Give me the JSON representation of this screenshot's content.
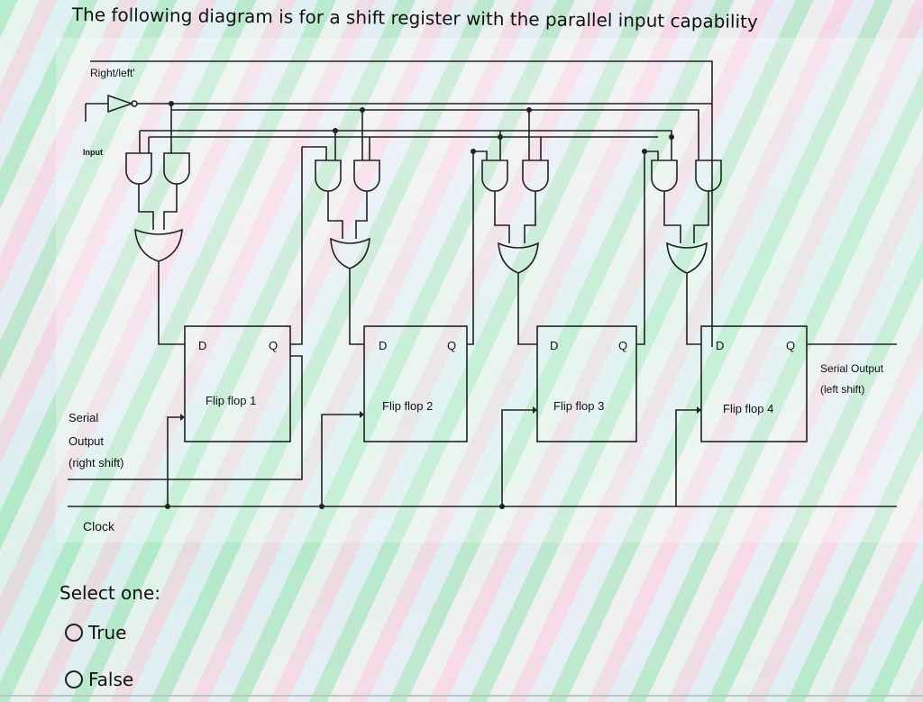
{
  "question": {
    "title": "The following diagram is for a shift register with the parallel input capability"
  },
  "diagram": {
    "right_left_label": "Right/left'",
    "input_label": "Input",
    "serial_output_right": [
      "Serial",
      "Output",
      "(right shift)"
    ],
    "serial_output_left": [
      "Serial Output",
      "(left shift)"
    ],
    "clock_label": "Clock",
    "flip_flops": [
      {
        "name": "Flip flop 1",
        "d": "D",
        "q": "Q"
      },
      {
        "name": "Flip flop 2",
        "d": "D",
        "q": "Q"
      },
      {
        "name": "Flip flop 3",
        "d": "D",
        "q": "Q"
      },
      {
        "name": "Flip flop 4",
        "d": "D",
        "q": "Q"
      }
    ]
  },
  "answer": {
    "prompt": "Select one:",
    "options": [
      {
        "label": "True"
      },
      {
        "label": "False"
      }
    ]
  }
}
